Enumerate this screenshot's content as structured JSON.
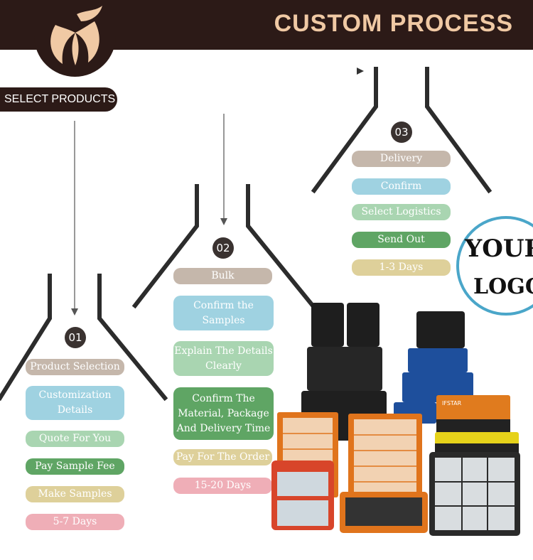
{
  "header": {
    "title": "CUSTOM PROCESS"
  },
  "select_tag": "SELECT PRODUCTS",
  "colors": {
    "dark": "#2c1a17",
    "accent": "#f0c9a4",
    "logo_ring": "#4aa6c9"
  },
  "steps": [
    {
      "num": "01",
      "items": [
        "Product Selection",
        "Customization Details",
        "Quote For You",
        "Pay Sample Fee",
        "Make Samples",
        "5-7 Days"
      ]
    },
    {
      "num": "02",
      "items": [
        "Bulk",
        "Confirm the Samples",
        "Explain The Details Clearly",
        "Confirm The Material, Package And Delivery Time",
        "Pay For The Order",
        "15-20 Days"
      ]
    },
    {
      "num": "03",
      "items": [
        "Delivery",
        "Confirm",
        "Select Logistics",
        "Send Out",
        "1-3 Days"
      ]
    }
  ],
  "logo_badge": {
    "line1": "YOUR",
    "line2": "LOGO"
  },
  "product_brand": "IFSTAR"
}
